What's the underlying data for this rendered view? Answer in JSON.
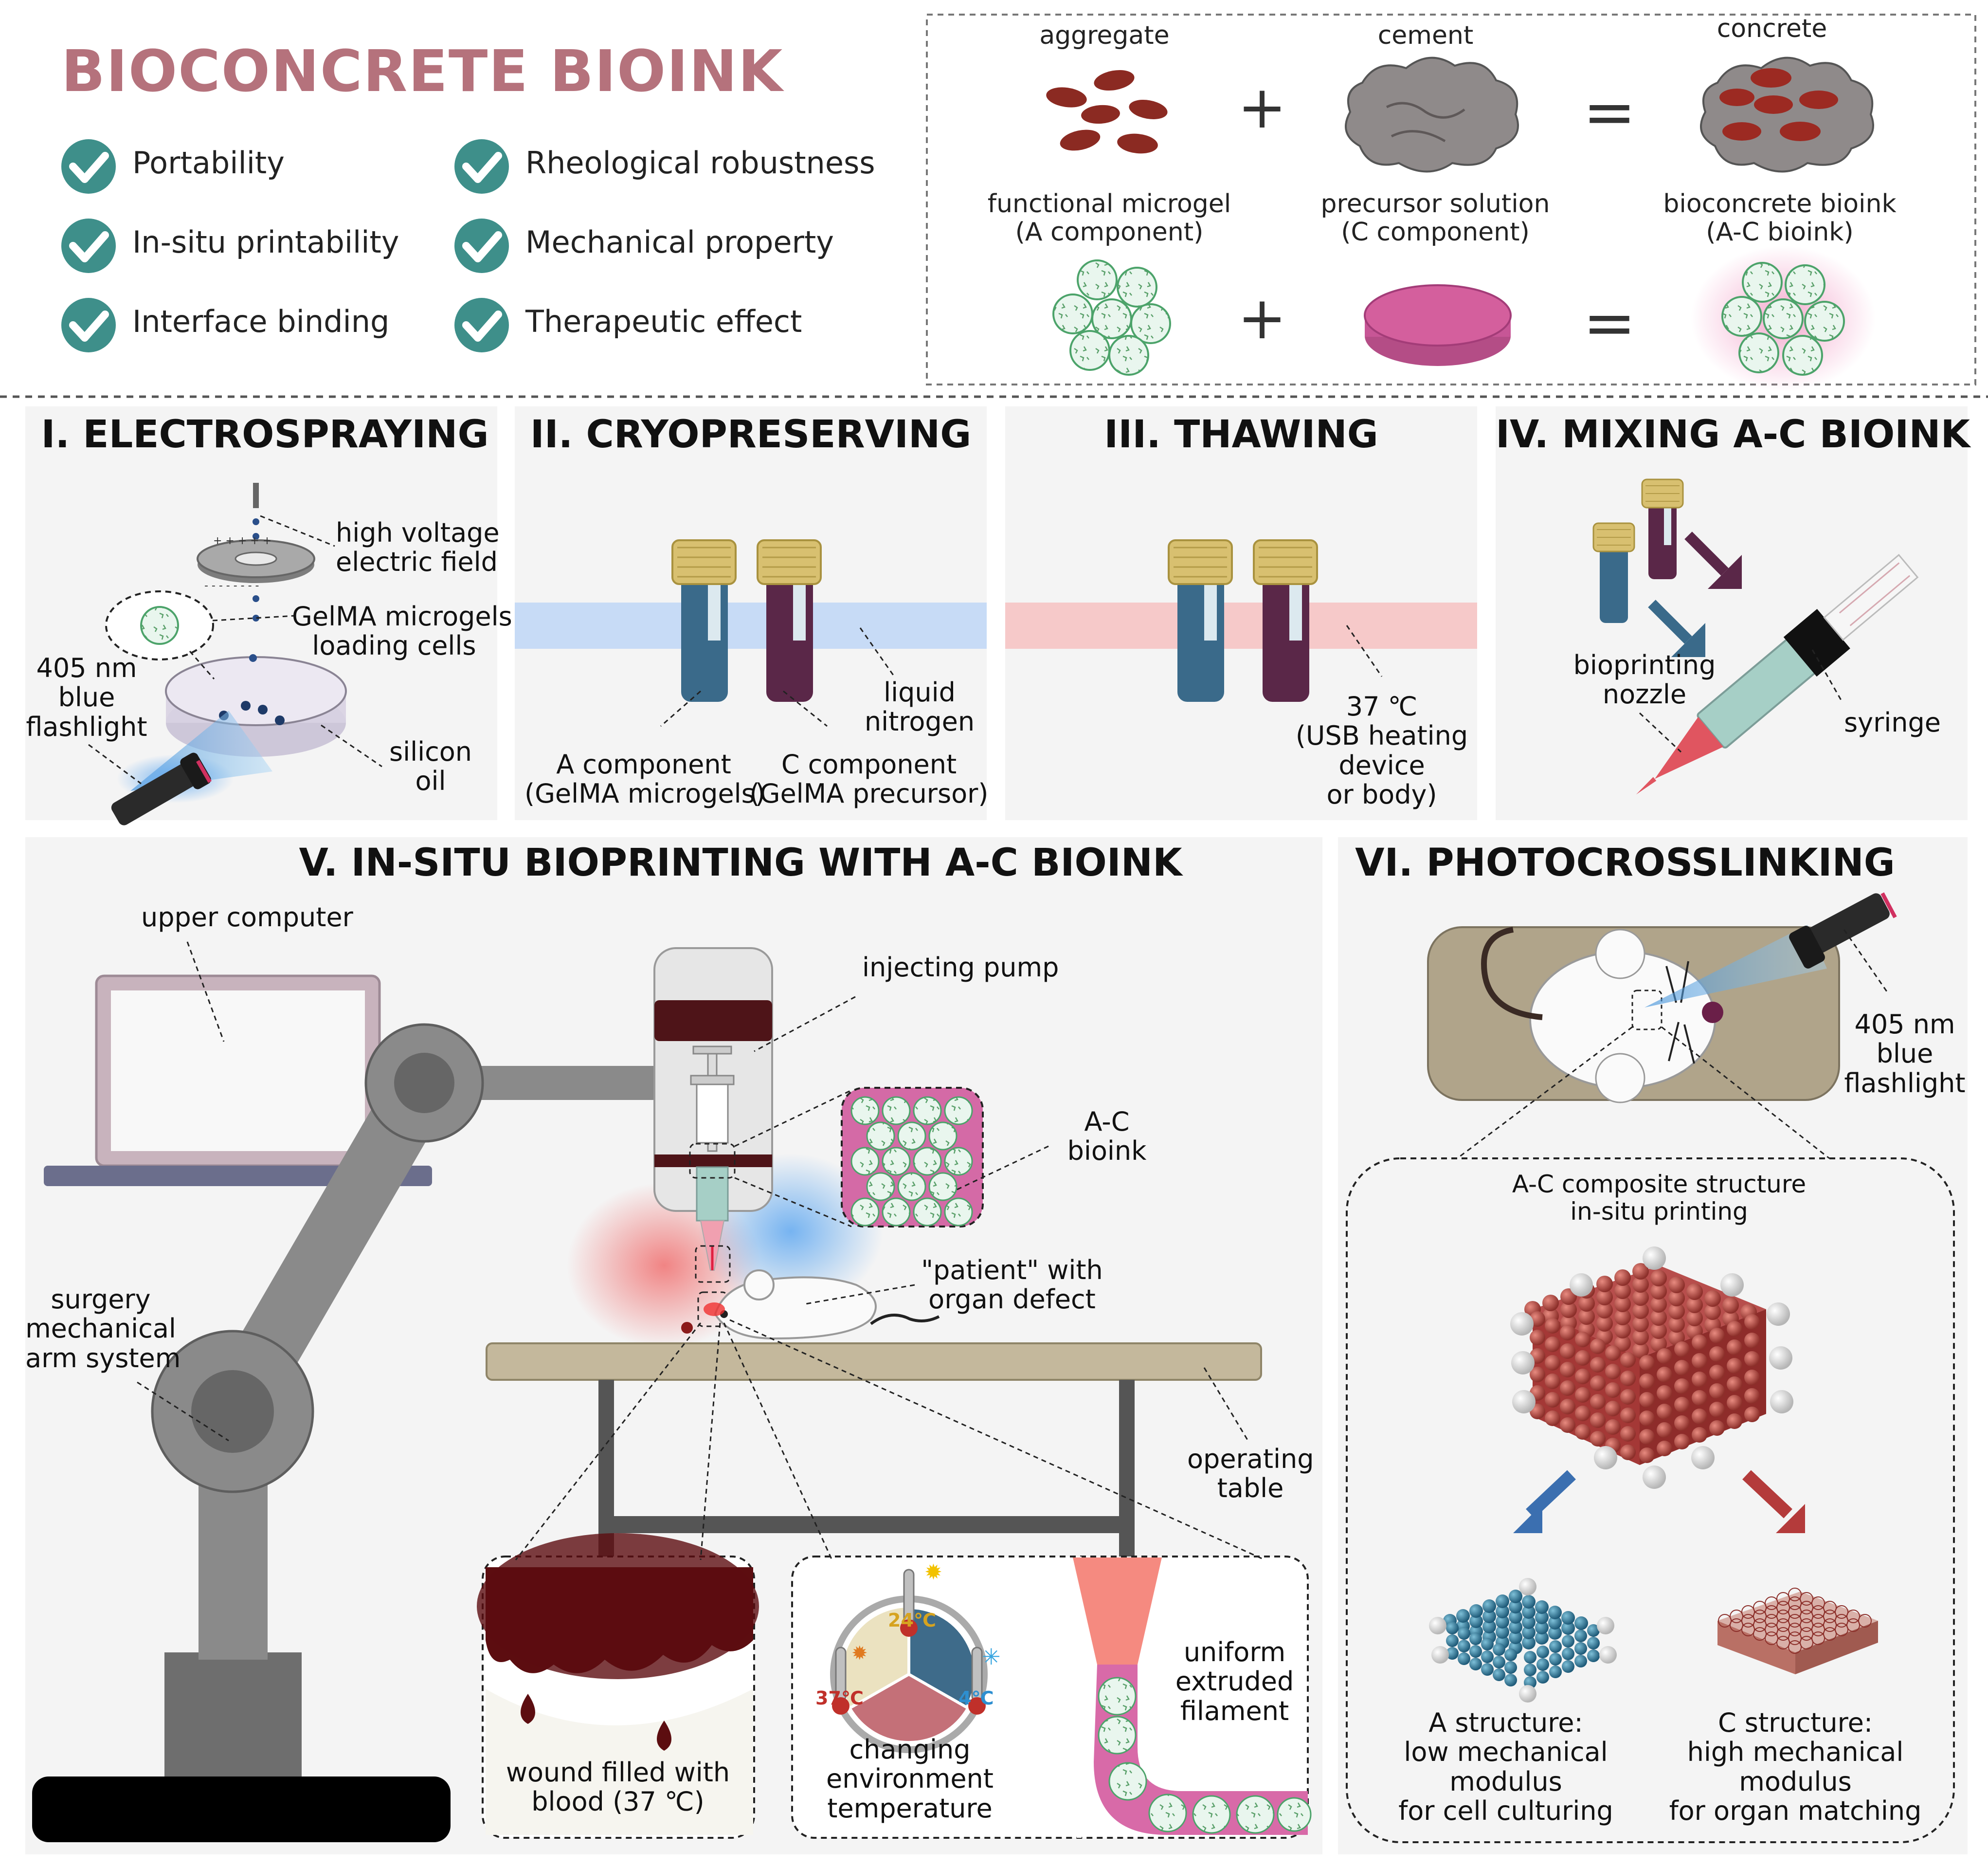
{
  "header": {
    "title": "BIOCONCRETE BIOINK",
    "checks": [
      "Portability",
      "In-situ printability",
      "Interface binding",
      "Rheological robustness",
      "Mechanical property",
      "Therapeutic effect"
    ]
  },
  "analogy": {
    "row1": {
      "aggregate": "aggregate",
      "cement": "cement",
      "concrete": "concrete"
    },
    "row2": {
      "a": [
        "functional microgel",
        "(A component)"
      ],
      "c": [
        "precursor solution",
        "(C component)"
      ],
      "ac": [
        "bioconcrete bioink",
        "(A-C bioink)"
      ]
    },
    "plus": "+",
    "equals": "="
  },
  "panels": {
    "p1": {
      "title": "I. ELECTROSPRAYING",
      "high_voltage": [
        "high voltage",
        "electric field"
      ],
      "gelma": [
        "GelMA microgels",
        "loading cells"
      ],
      "flashlight": [
        "405 nm",
        "blue",
        "flashlight"
      ],
      "silicon": [
        "silicon",
        "oil"
      ]
    },
    "p2": {
      "title": "II. CRYOPRESERVING",
      "liquid": [
        "liquid",
        "nitrogen"
      ],
      "a_comp": [
        "A component",
        "(GelMA microgels)"
      ],
      "c_comp": [
        "C component",
        "(GelMA precursor)"
      ]
    },
    "p3": {
      "title": "III. THAWING",
      "temp": [
        "37 ℃",
        "(USB heating",
        "device",
        "or body)"
      ]
    },
    "p4": {
      "title": "IV. MIXING A-C BIOINK",
      "nozzle": [
        "bioprinting",
        "nozzle"
      ],
      "syringe": "syringe"
    },
    "p5": {
      "title": "V. IN-SITU BIOPRINTING WITH A-C BIOINK",
      "upper_computer": "upper computer",
      "injecting_pump": "injecting pump",
      "ac_bioink": [
        "A-C",
        "bioink"
      ],
      "patient": [
        "\"patient\" with",
        "organ defect"
      ],
      "arm": [
        "surgery",
        "mechanical",
        "arm system"
      ],
      "table": [
        "operating",
        "table"
      ],
      "wound": [
        "wound filled with",
        "blood (37 ℃)"
      ],
      "env": [
        "changing",
        "environment",
        "temperature"
      ],
      "filament": [
        "uniform",
        "extruded",
        "filament"
      ],
      "t24": "24℃",
      "t37": "37℃",
      "t4": "4℃"
    },
    "p6": {
      "title": "VI. PHOTOCROSSLINKING",
      "flashlight": [
        "405 nm",
        "blue",
        "flashlight"
      ],
      "composite": [
        "A-C composite structure",
        "in-situ printing"
      ],
      "a_struct": [
        "A structure:",
        "low mechanical",
        "modulus",
        "for cell culturing"
      ],
      "c_struct": [
        "C structure:",
        "high mechanical",
        "modulus",
        "for organ matching"
      ]
    }
  },
  "colors": {
    "title": "#b5727c",
    "check": "#3e8f8a",
    "panel_bg": "#f4f4f4",
    "blue_band": "#c7dbf6",
    "pink_band": "#f6c9c9",
    "vial_blue": "#3a6a8a",
    "vial_purple": "#5a2748",
    "cap": "#d8c070",
    "microgel": "#e6f4ea",
    "microgel_edge": "#4ca36a",
    "aggregate": "#8b2a22",
    "cement": "#8f8a8a",
    "precursor": "#d45f9d",
    "arm": "#8a8a8a",
    "table": "#c4b89c",
    "arrow_blue": "#3b6fb0",
    "arrow_red": "#b43b3b"
  }
}
